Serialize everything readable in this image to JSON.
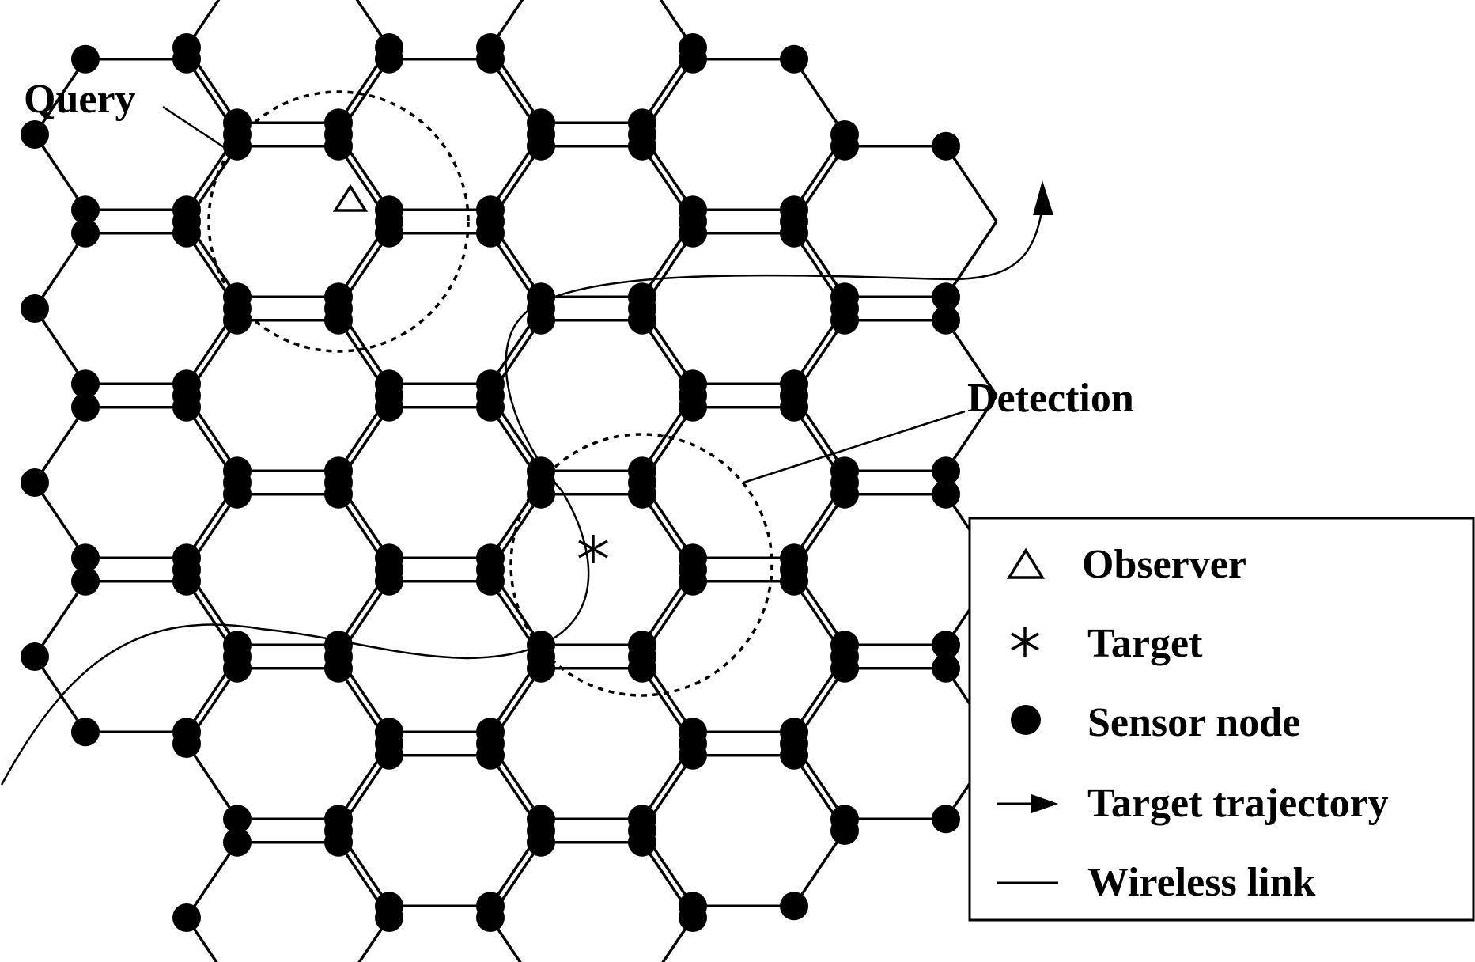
{
  "labels": {
    "query": "Query",
    "detection": "Detection"
  },
  "legend": {
    "items": [
      {
        "icon": "triangle-icon",
        "label": "Observer"
      },
      {
        "icon": "asterisk-icon",
        "label": "Target"
      },
      {
        "icon": "filled-circle-icon",
        "label": "Sensor node"
      },
      {
        "icon": "arrow-icon",
        "label": "Target trajectory"
      },
      {
        "icon": "line-icon",
        "label": "Wireless link"
      }
    ]
  },
  "colors": {
    "ink": "#000000",
    "background": "#ffffff"
  }
}
